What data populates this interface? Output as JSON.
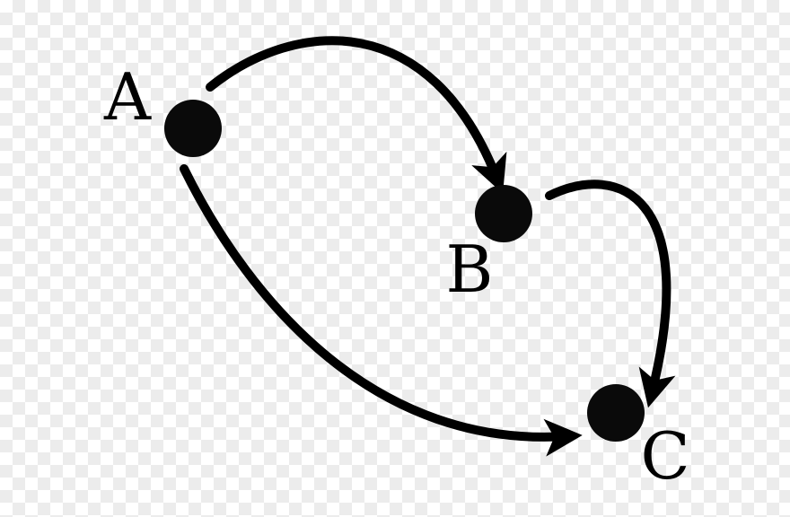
{
  "diagram": {
    "colors": {
      "stroke": "#000000",
      "node_fill": "#0a0a0a",
      "background_check": "#ececec"
    },
    "nodes": [
      {
        "id": "A",
        "label": "A"
      },
      {
        "id": "B",
        "label": "B"
      },
      {
        "id": "C",
        "label": "C"
      }
    ],
    "edges": [
      {
        "from": "A",
        "to": "B"
      },
      {
        "from": "B",
        "to": "C"
      },
      {
        "from": "A",
        "to": "C"
      }
    ]
  }
}
